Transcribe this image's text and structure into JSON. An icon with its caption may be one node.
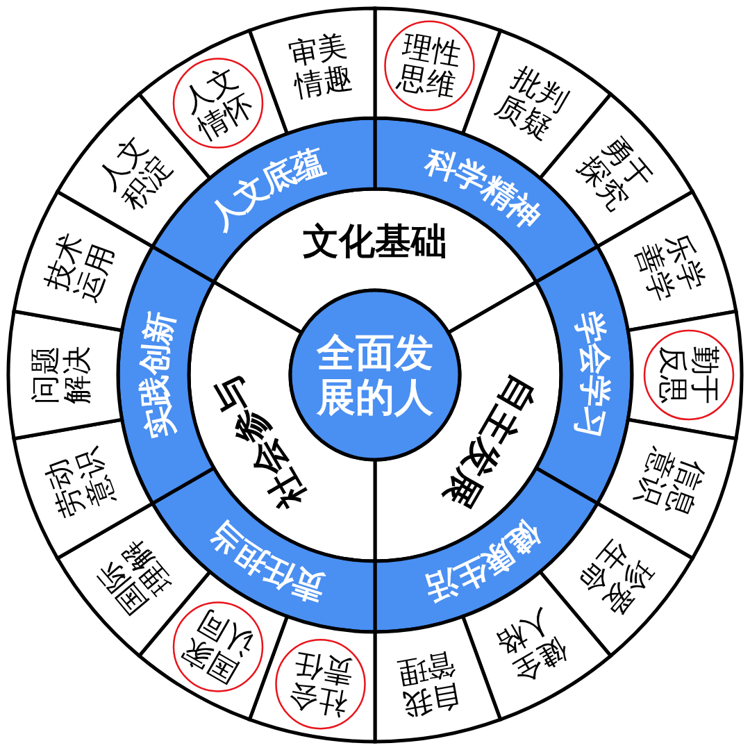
{
  "diagram": {
    "nodes": [
      {
        "text": [
          "全面发展的人"
        ]
      },
      {
        "text": [
          "文化基础"
        ]
      },
      {
        "text": [
          "自主发展"
        ]
      },
      {
        "text": [
          "社会参与"
        ]
      },
      {
        "text": [
          "科学精神"
        ]
      },
      {
        "text": [
          "学会学习"
        ]
      },
      {
        "text": [
          "健康生活"
        ]
      },
      {
        "text": [
          "责任担当"
        ]
      },
      {
        "text": [
          "实践创新"
        ]
      },
      {
        "text": [
          "人文底蕴"
        ]
      },
      {
        "text": [
          "理性思维"
        ]
      },
      {
        "text": [
          "批判质疑"
        ]
      },
      {
        "text": [
          "勇于探究"
        ]
      },
      {
        "text": [
          "乐学善学"
        ]
      },
      {
        "text": [
          "勤于反思"
        ]
      },
      {
        "text": [
          "信息意识"
        ]
      },
      {
        "text": [
          "珍爱生命"
        ]
      },
      {
        "text": [
          "健全人格"
        ]
      },
      {
        "text": [
          "自我管理"
        ]
      },
      {
        "text": [
          "社会责任"
        ]
      },
      {
        "text": [
          "国家认同"
        ]
      },
      {
        "text": [
          "国际理解"
        ]
      },
      {
        "text": [
          "劳动意识"
        ]
      },
      {
        "text": [
          "问题解决"
        ]
      },
      {
        "text": [
          "技术运用"
        ]
      },
      {
        "text": [
          "人文积淀"
        ]
      },
      {
        "text": [
          "人文情怀"
        ]
      },
      {
        "text": [
          "审美情趣"
        ]
      }
    ]
  }
}
